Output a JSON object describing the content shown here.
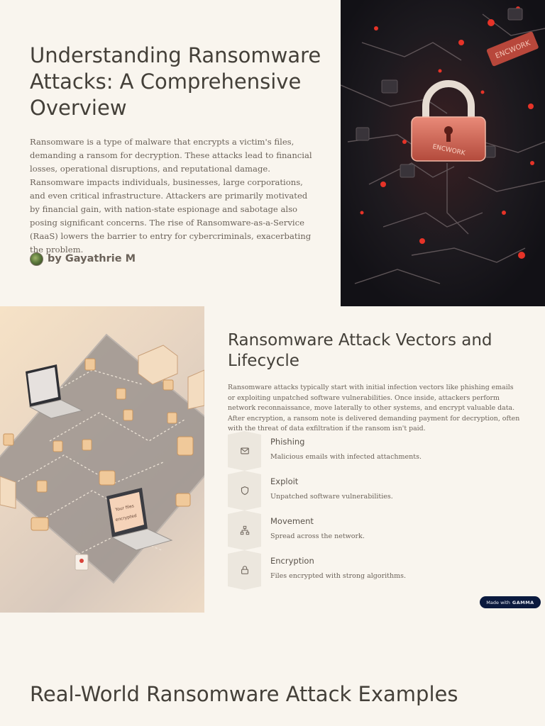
{
  "hero": {
    "title": "Understanding Ransomware Attacks: A Comprehensive Overview",
    "body": "Ransomware is a type of malware that encrypts a victim's files, demanding a ransom for decryption. These attacks lead to financial losses, operational disruptions, and reputational damage. Ransomware impacts individuals, businesses, large corporations, and even critical infrastructure. Attackers are primarily motivated by financial gain, with nation-state espionage and sabotage also posing significant concerns. The rise of Ransomware-as-a-Service (RaaS) lowers the barrier to entry for cybercriminals, exacerbating the problem.",
    "byline": "by Gayathrie M",
    "image_labels": {
      "lock": "ENCWORK",
      "tag": "ENCWORK"
    }
  },
  "vectors": {
    "title": "Ransomware Attack Vectors and Lifecycle",
    "body": "Ransomware attacks typically start with initial infection vectors like phishing emails or exploiting unpatched software vulnerabilities. Once inside, attackers perform network reconnaissance, move laterally to other systems, and encrypt valuable data. After encryption, a ransom note is delivered demanding payment for decryption, often with the threat of data exfiltration if the ransom isn't paid.",
    "steps": [
      {
        "title": "Phishing",
        "desc": "Malicious emails with infected attachments.",
        "icon": "mail-icon"
      },
      {
        "title": "Exploit",
        "desc": "Unpatched software vulnerabilities.",
        "icon": "shield-icon"
      },
      {
        "title": "Movement",
        "desc": "Spread across the network.",
        "icon": "network-icon"
      },
      {
        "title": "Encryption",
        "desc": "Files encrypted with strong algorithms.",
        "icon": "lock-icon"
      }
    ],
    "image_labels": {
      "screen_line1": "Your files",
      "screen_line2": "encrypted"
    }
  },
  "badge": {
    "prefix": "Made with",
    "brand": "GAMMA"
  },
  "examples": {
    "title": "Real-World Ransomware Attack Examples"
  },
  "colors": {
    "background": "#f9f5ee",
    "heading": "#444039",
    "body": "#6b6259",
    "badge": "#0b1a3e"
  }
}
